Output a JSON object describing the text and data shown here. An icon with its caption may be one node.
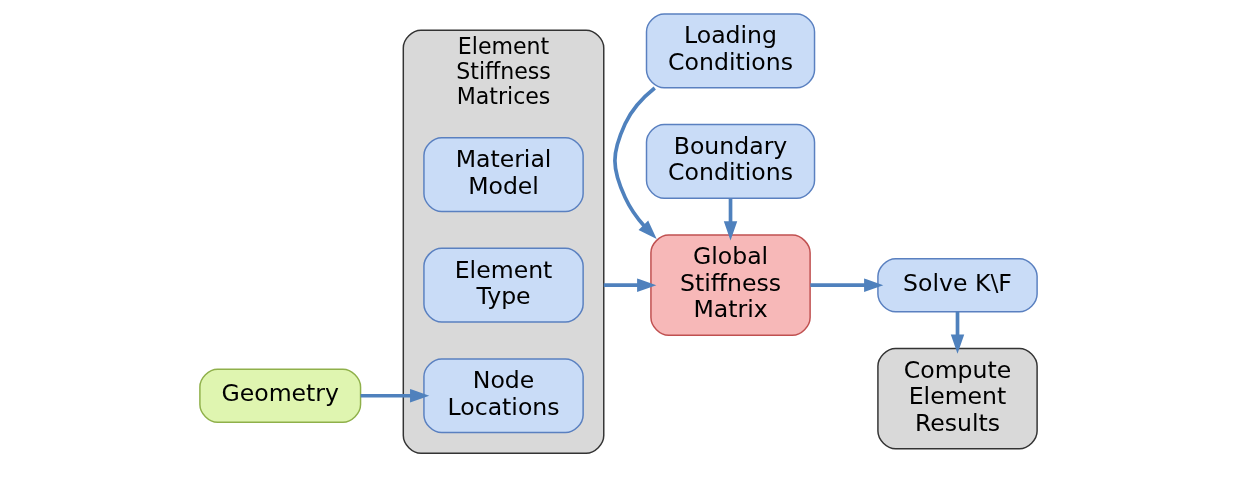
{
  "diagram": {
    "nodes": [
      {
        "text": [
          "Geometry"
        ]
      },
      {
        "text": [
          "Element Stiffness Matrices"
        ]
      },
      {
        "text": [
          "Material Model"
        ],
        "in": 1
      },
      {
        "text": [
          "Element Type"
        ],
        "in": 1
      },
      {
        "text": [
          "Node Locations"
        ],
        "in": 1
      },
      {
        "text": [
          "Loading Conditions"
        ]
      },
      {
        "text": [
          "Global Stiffness Matrix"
        ]
      },
      {
        "text": [
          "Boundary Conditions"
        ]
      },
      {
        "text": [
          "Solve K\\F"
        ]
      },
      {
        "text": [
          "Compute Element Results"
        ]
      }
    ],
    "edges": [
      {
        "from": 0,
        "to": 4,
        "arrow": "to"
      },
      {
        "from": 1,
        "to": 6,
        "arrow": "to"
      },
      {
        "from": 5,
        "to": 6,
        "arrow": "to"
      },
      {
        "from": 7,
        "to": 6,
        "arrow": "to"
      },
      {
        "from": 6,
        "to": 8,
        "arrow": "to"
      },
      {
        "from": 8,
        "to": 9,
        "arrow": "to"
      }
    ]
  }
}
